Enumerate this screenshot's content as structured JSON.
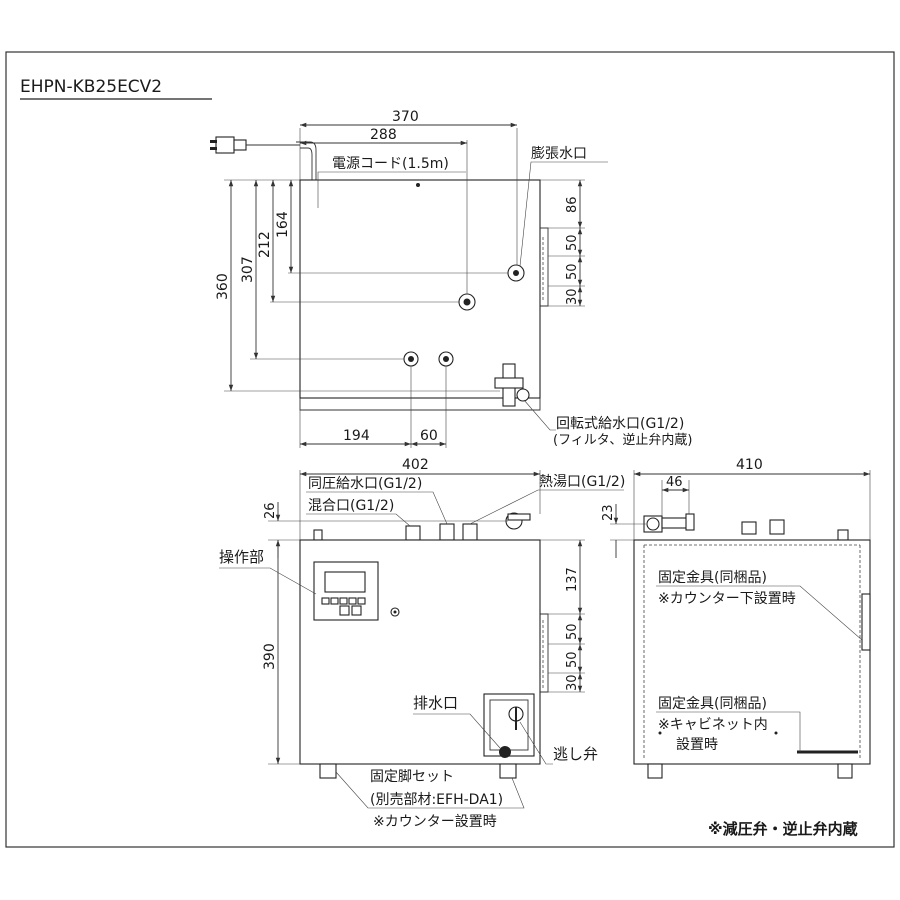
{
  "model": "EHPN-KB25ECV2",
  "top_view": {
    "dims": {
      "width_370": "370",
      "width_288": "288",
      "height_360": "360",
      "height_307": "307",
      "height_212": "212",
      "height_164": "164",
      "right_86": "86",
      "right_50a": "50",
      "right_50b": "50",
      "right_30": "30",
      "bottom_194": "194",
      "bottom_60": "60"
    },
    "labels": {
      "power_cord": "電源コード(1.5m)",
      "expansion_port": "膨張水口",
      "rotary_inlet": "回転式給水口(G1/2)",
      "rotary_inlet_note": "(フィルタ、逆止弁内蔵)"
    }
  },
  "front_view": {
    "dims": {
      "width_402": "402",
      "height_390": "390",
      "top_26": "26",
      "right_137": "137",
      "right_50a": "50",
      "right_50b": "50",
      "right_30": "30"
    },
    "labels": {
      "same_pressure_inlet": "同圧給水口(G1/2)",
      "mixing_port": "混合口(G1/2)",
      "hot_water_port": "熱湯口(G1/2)",
      "control_panel": "操作部",
      "drain_port": "排水口",
      "relief_valve": "逃し弁",
      "fixed_leg_set": "固定脚セット",
      "fixed_leg_option": "(別売部材:EFH-DA1)",
      "fixed_leg_note": "※カウンター設置時"
    }
  },
  "side_view": {
    "dims": {
      "width_410": "410",
      "width_46": "46",
      "top_23": "23"
    },
    "labels": {
      "bracket_1": "固定金具(同梱品)",
      "bracket_1_note": "※カウンター下設置時",
      "bracket_2": "固定金具(同梱品)",
      "bracket_2_note_1": "※キャビネット内",
      "bracket_2_note_2": "設置時"
    }
  },
  "footnote": "※減圧弁・逆止弁内蔵"
}
